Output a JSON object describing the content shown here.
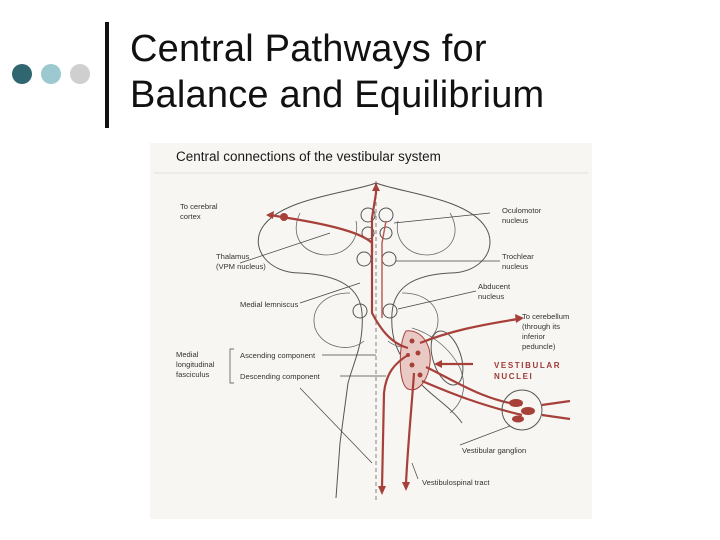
{
  "slide": {
    "title_line1": "Central Pathways for",
    "title_line2": "Balance and Equilibrium",
    "dot_colors": [
      "#2f6670",
      "#9cc9cf",
      "#cfcfcf"
    ]
  },
  "figure": {
    "title": "Central connections of the vestibular system",
    "accent_color": "#a8403a",
    "labels": {
      "cerebral_cortex_1": "To cerebral",
      "cerebral_cortex_2": "cortex",
      "thalamus_1": "Thalamus",
      "thalamus_2": "(VPM nucleus)",
      "medial_lemniscus": "Medial lemniscus",
      "mlf_1": "Medial",
      "mlf_2": "longitudinal",
      "mlf_3": "fasciculus",
      "ascending": "Ascending component",
      "descending": "Descending component",
      "oculomotor_1": "Oculomotor",
      "oculomotor_2": "nucleus",
      "trochlear_1": "Trochlear",
      "trochlear_2": "nucleus",
      "abducent_1": "Abducent",
      "abducent_2": "nucleus",
      "cerebellum_1": "To cerebellum",
      "cerebellum_2": "(through its",
      "cerebellum_3": "inferior",
      "cerebellum_4": "peduncle)",
      "vestibular_1": "VESTIBULAR",
      "vestibular_2": "NUCLEI",
      "ganglion": "Vestibular ganglion",
      "vestibulospinal": "Vestibulospinal tract"
    }
  }
}
